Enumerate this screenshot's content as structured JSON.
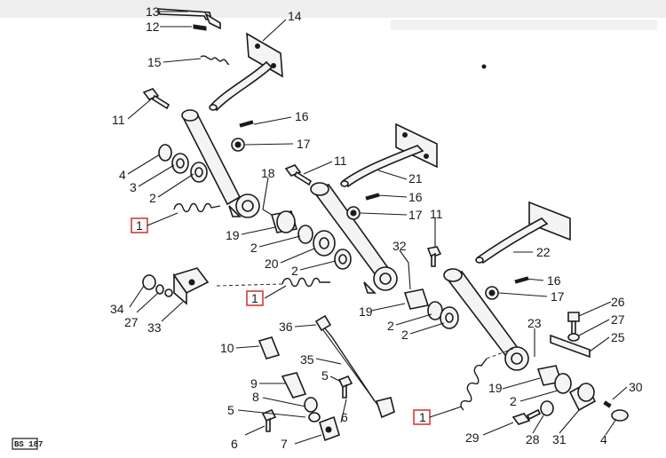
{
  "colors": {
    "ink": "#1a1a1a",
    "highlight": "#d23b3b",
    "paper": "#ffffff"
  },
  "corner_code": "BS 187",
  "callouts": [
    {
      "id": "c13",
      "text": "13"
    },
    {
      "id": "c12",
      "text": "12"
    },
    {
      "id": "c14",
      "text": "14"
    },
    {
      "id": "c15",
      "text": "15"
    },
    {
      "id": "c11a",
      "text": "11"
    },
    {
      "id": "c16a",
      "text": "16"
    },
    {
      "id": "c17a",
      "text": "17"
    },
    {
      "id": "c4a",
      "text": "4"
    },
    {
      "id": "c3",
      "text": "3"
    },
    {
      "id": "c2a",
      "text": "2"
    },
    {
      "id": "c1a",
      "text": "1"
    },
    {
      "id": "c18",
      "text": "18"
    },
    {
      "id": "c11b",
      "text": "11"
    },
    {
      "id": "c21",
      "text": "21"
    },
    {
      "id": "c16b",
      "text": "16"
    },
    {
      "id": "c17b",
      "text": "17"
    },
    {
      "id": "c19a",
      "text": "19"
    },
    {
      "id": "c2b",
      "text": "2"
    },
    {
      "id": "c20",
      "text": "20"
    },
    {
      "id": "c2c",
      "text": "2"
    },
    {
      "id": "c11c",
      "text": "11"
    },
    {
      "id": "c22",
      "text": "22"
    },
    {
      "id": "c32",
      "text": "32"
    },
    {
      "id": "c16c",
      "text": "16"
    },
    {
      "id": "c17c",
      "text": "17"
    },
    {
      "id": "c34",
      "text": "34"
    },
    {
      "id": "c27a",
      "text": "27"
    },
    {
      "id": "c33",
      "text": "33"
    },
    {
      "id": "c1b",
      "text": "1"
    },
    {
      "id": "c19b",
      "text": "19"
    },
    {
      "id": "c2d",
      "text": "2"
    },
    {
      "id": "c2e",
      "text": "2"
    },
    {
      "id": "c26",
      "text": "26"
    },
    {
      "id": "c27b",
      "text": "27"
    },
    {
      "id": "c25",
      "text": "25"
    },
    {
      "id": "c36",
      "text": "36"
    },
    {
      "id": "c23",
      "text": "23"
    },
    {
      "id": "c10",
      "text": "10"
    },
    {
      "id": "c35",
      "text": "35"
    },
    {
      "id": "c5a",
      "text": "5"
    },
    {
      "id": "c9",
      "text": "9"
    },
    {
      "id": "c8",
      "text": "8"
    },
    {
      "id": "c5b",
      "text": "5"
    },
    {
      "id": "c6a",
      "text": "6"
    },
    {
      "id": "c6b",
      "text": "6"
    },
    {
      "id": "c7",
      "text": "7"
    },
    {
      "id": "c19c",
      "text": "19"
    },
    {
      "id": "c2f",
      "text": "2"
    },
    {
      "id": "c30",
      "text": "30"
    },
    {
      "id": "c1c",
      "text": "1"
    },
    {
      "id": "c29",
      "text": "29"
    },
    {
      "id": "c28",
      "text": "28"
    },
    {
      "id": "c31",
      "text": "31"
    },
    {
      "id": "c4b",
      "text": "4"
    }
  ]
}
